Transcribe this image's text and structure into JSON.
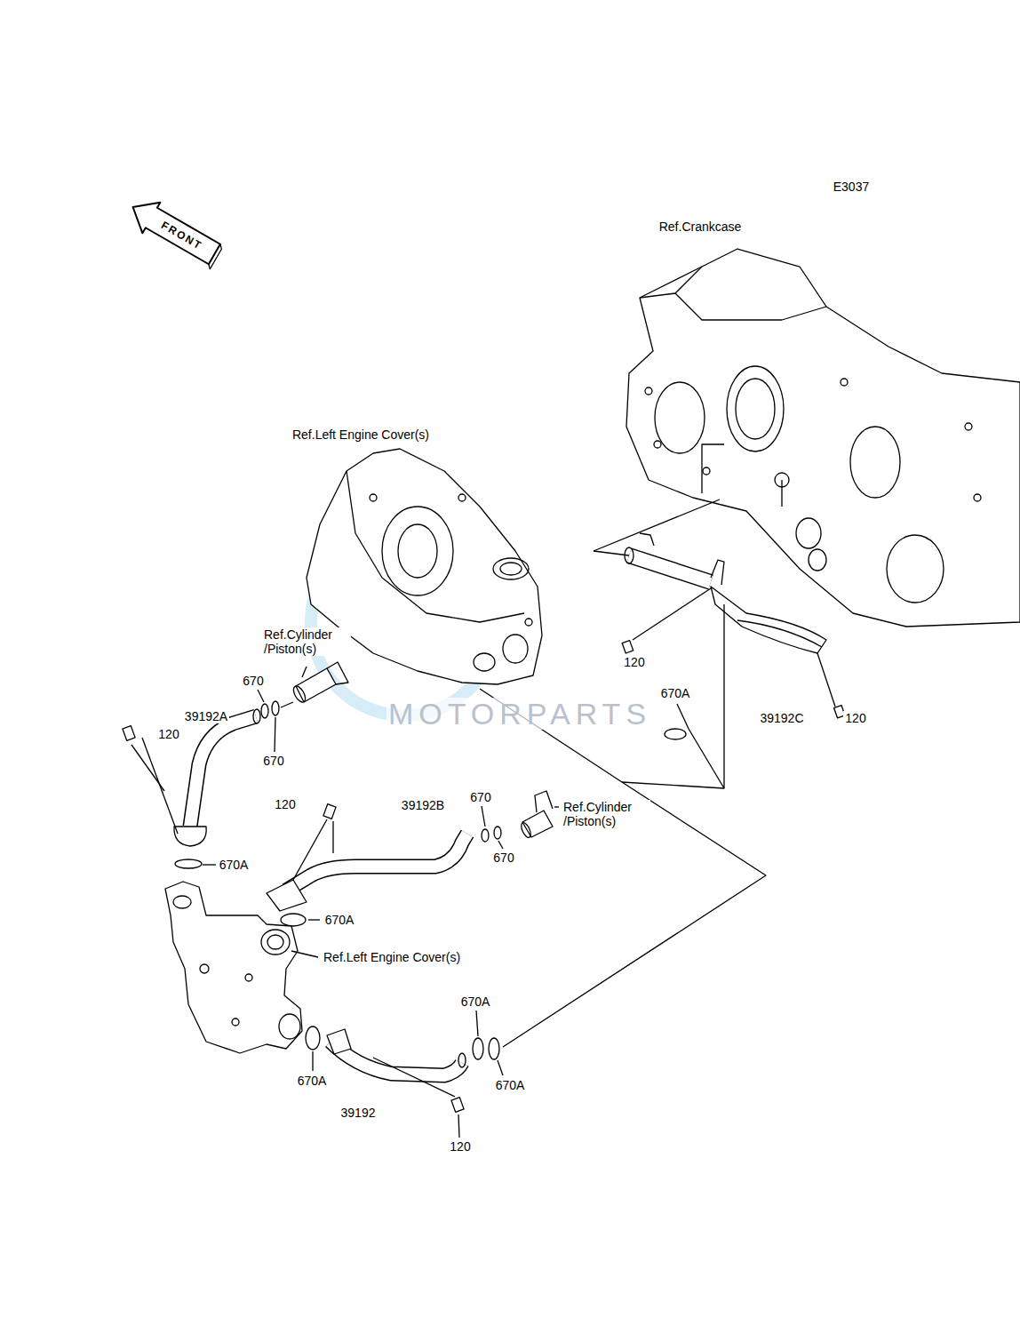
{
  "diagram": {
    "labels": [
      "E3037",
      "FRONT",
      "Ref.Crankcase",
      "Ref.Left Engine Cover(s)",
      "Ref.Cylinder /Piston(s)",
      "670",
      "39192A",
      "120",
      "670",
      "120",
      "39192C",
      "120",
      "670A",
      "120",
      "670",
      "39192B",
      "Ref.Cylinder /Piston(s)",
      "670",
      "670A",
      "670A",
      "Ref.Left Engine Cover(s)",
      "670A",
      "670A",
      "670A",
      "39192",
      "120",
      "MOTORPARTS"
    ]
  }
}
